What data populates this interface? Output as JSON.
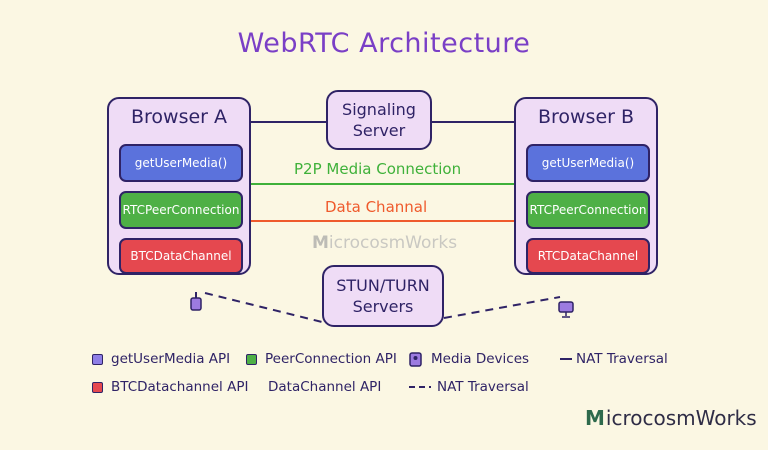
{
  "title": "WebRTC Architecture",
  "browser_a": {
    "name": "Browser A",
    "apis": [
      "getUserMedia()",
      "RTCPeerConnection",
      "BTCDataChannel"
    ]
  },
  "browser_b": {
    "name": "Browser B",
    "apis": [
      "getUserMedia()",
      "RTCPeerConnection",
      "RTCDataChannel"
    ]
  },
  "signaling": {
    "line1": "Signaling",
    "line2": "Server"
  },
  "stun": {
    "line1": "STUN/TURN",
    "line2": "Servers"
  },
  "connections": {
    "p2p": "P2P Media Connection",
    "data": "Data Channal"
  },
  "watermark": {
    "mark": "M",
    "text": "icrocosmWorks"
  },
  "legend": {
    "row1": [
      "getUserMedia API",
      "PeerConnection API",
      "Media Devices",
      "NAT Traversal"
    ],
    "row2": [
      "BTCDatachannel API",
      "DataChannel API",
      "NAT Traversal"
    ]
  },
  "logo": {
    "mark": "M",
    "text": "icrocosmWorks"
  },
  "colors": {
    "title": "#7a3fc6",
    "box": "#efdcf6",
    "blue": "#5b72dc",
    "green": "#4eb046",
    "red": "#e5484f",
    "outline": "#2f2366"
  },
  "icons": {
    "device_a": "webcam-icon",
    "device_b": "monitor-icon",
    "legend_media": "media-device-icon"
  }
}
